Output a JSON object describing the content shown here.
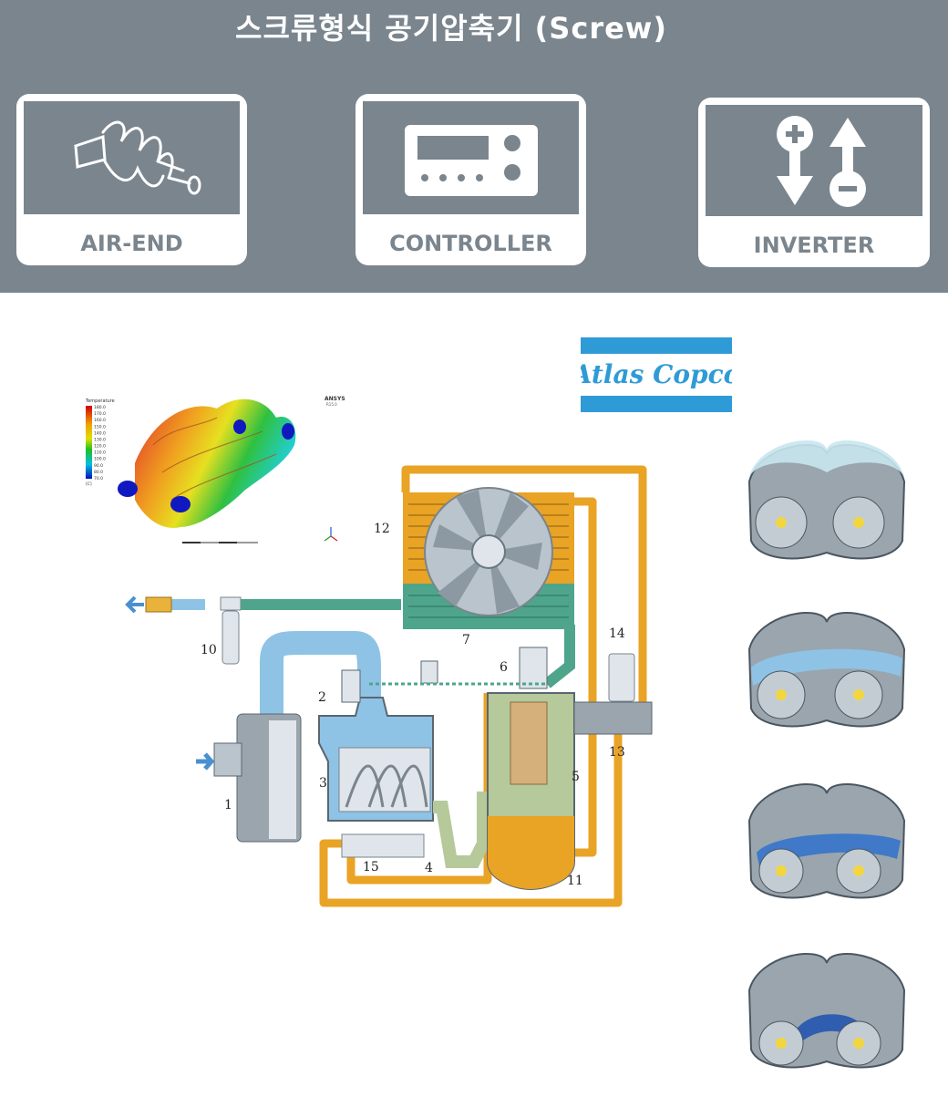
{
  "header": {
    "title": "스크류형식 공기압축기 (Screw)",
    "cards": [
      {
        "label": "AIR-END",
        "icon": "screw-rotor-icon"
      },
      {
        "label": "CONTROLLER",
        "icon": "controller-panel-icon"
      },
      {
        "label": "INVERTER",
        "icon": "plus-minus-arrows-icon"
      }
    ]
  },
  "logo": {
    "text": "Atlas Copco"
  },
  "cfd": {
    "legend_title": "Temperature",
    "legend_values": [
      "180.0",
      "170.0",
      "160.0",
      "150.0",
      "140.0",
      "130.0",
      "120.0",
      "110.0",
      "100.0",
      "90.0",
      "80.0",
      "70.0"
    ],
    "legend_unit": "[C]",
    "software": "ANSYS",
    "version": "R15.0"
  },
  "schematic": {
    "components": [
      "1",
      "2",
      "3",
      "4",
      "5",
      "6",
      "7",
      "10",
      "11",
      "12",
      "13",
      "14",
      "15"
    ]
  },
  "colors": {
    "header_bg": "#7a858e",
    "oil": "#e9a325",
    "air_in": "#8ec3e6",
    "compressed_air": "#4ea58c",
    "brand_blue": "#2f9bd6"
  }
}
